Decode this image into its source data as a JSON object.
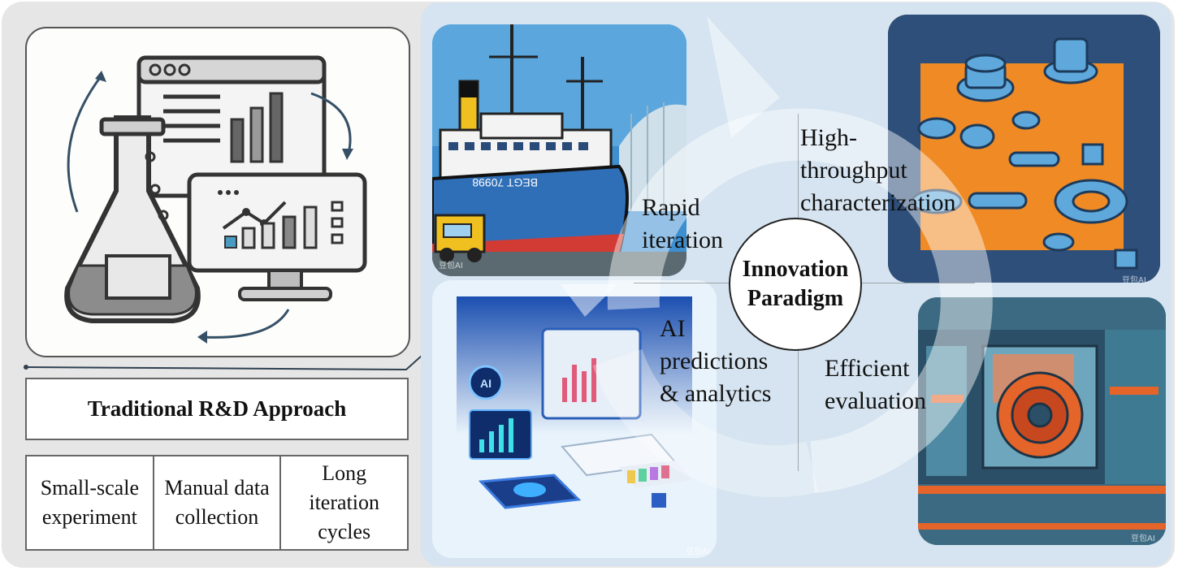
{
  "traditional": {
    "title": "Traditional R&D Approach",
    "cells": [
      "Small-scale\nexperiment",
      "Manual data\ncollection",
      "Long\niteration\ncycles"
    ]
  },
  "paradigm": {
    "center": "Innovation\nParadigm",
    "labels": {
      "rapid": "Rapid\niteration",
      "high": "High-\nthroughput\ncharacterization",
      "ai": "AI\npredictions\n& analytics",
      "efficient": "Efficient\nevaluation"
    }
  },
  "images": {
    "ship": "ship-illustration",
    "parts": "mechanical-parts-illustration",
    "ai": "ai-computer-illustration",
    "machine": "machine-illustration"
  },
  "ship_hull_text": "BEGT 70998",
  "watermarks": {
    "ship": "豆包AI",
    "parts": "豆包AI",
    "machine": "豆包AI",
    "ai": "豆包AI"
  },
  "chip_text": "AI",
  "colors": {
    "panel_bg": "#d5e4f0",
    "outer_bg": "#e6e6e6",
    "accent_blue": "#2b6fc4",
    "orange": "#f08a24"
  }
}
